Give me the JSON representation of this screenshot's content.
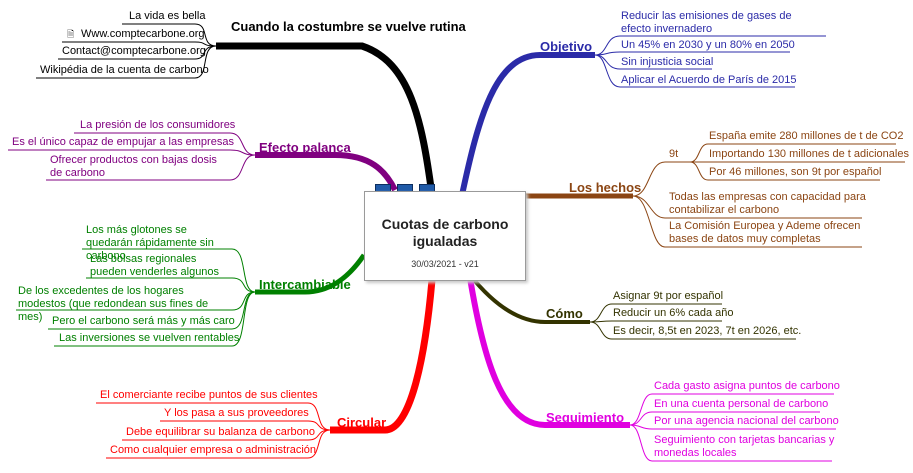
{
  "center": {
    "title": "Cuotas de carbono igualadas",
    "subtitle": "30/03/2021 - v21"
  },
  "branches": {
    "costumbre": {
      "title": "Cuando la costumbre se vuelve rutina",
      "color": "#000000",
      "items": [
        "La vida es bella",
        "Www.comptecarbone.org",
        "Contact@comptecarbone.org",
        "Wikipédia de la cuenta de carbono"
      ]
    },
    "palanca": {
      "title": "Efecto palanca",
      "color": "#800080",
      "items": [
        "La presión de los consumidores",
        "Es el único capaz de empujar a las empresas",
        "Ofrecer productos con bajas dosis de carbono"
      ]
    },
    "intercambiable": {
      "title": "Intercambiable",
      "color": "#008000",
      "items": [
        "Los más glotones se quedarán rápidamente sin carbono",
        "Las bolsas regionales pueden venderles algunos",
        "De los excedentes de los hogares modestos (que redondean sus fines de mes)",
        "Pero el carbono será más y más caro",
        "Las inversiones se vuelven rentables"
      ]
    },
    "circular": {
      "title": "Circular",
      "color": "#ff0000",
      "items": [
        "El comerciante recibe puntos de sus clientes",
        "Y los pasa a sus proveedores",
        "Debe equilibrar su balanza de carbono",
        "Como cualquier empresa o administración"
      ]
    },
    "objetivo": {
      "title": "Objetivo",
      "color": "#2b2ba8",
      "items": [
        "Reducir las emisiones de gases de efecto invernadero",
        "Un 45% en 2030 y un 80% en 2050",
        "Sin injusticia social",
        "Aplicar el Acuerdo de París de 2015"
      ]
    },
    "hechos": {
      "title": "Los hechos",
      "color": "#8b4513",
      "sub_label": "9t",
      "sub_items": [
        "España emite 280 millones de t de CO2",
        "Importando 130 millones de t adicionales",
        "Por 46 millones, son 9t por español"
      ],
      "items": [
        "Todas las empresas con capacidad para contabilizar el carbono",
        "La Comisión Europea y Ademe ofrecen bases de datos muy completas"
      ]
    },
    "como": {
      "title": "Cómo",
      "color": "#333300",
      "items": [
        "Asignar 9t por español",
        "Reducir un 6% cada año",
        "Es decir, 8,5t en 2023, 7t en 2026, etc."
      ]
    },
    "seguimiento": {
      "title": "Seguimiento",
      "color": "#e000e0",
      "items": [
        "Cada gasto asigna puntos de carbono",
        "En una cuenta personal de carbono",
        "Por una agencia nacional del carbono",
        "Seguimiento con tarjetas bancarias y monedas locales"
      ]
    }
  }
}
